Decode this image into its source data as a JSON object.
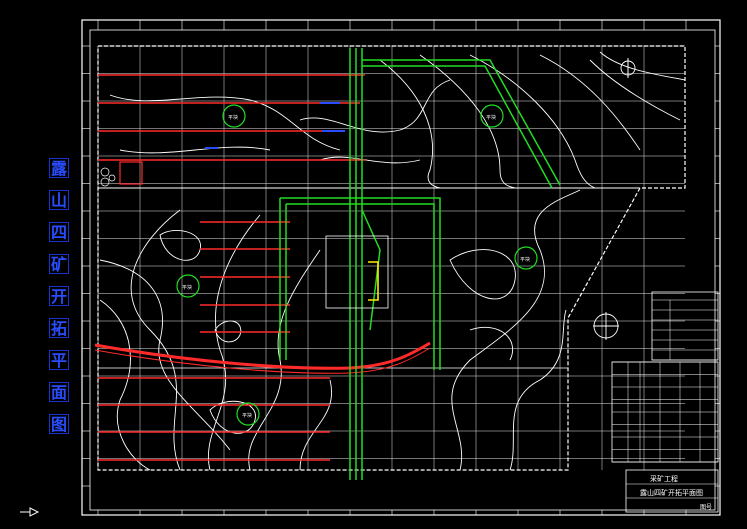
{
  "drawing": {
    "title_chars": [
      "露",
      "山",
      "四",
      "矿",
      "开",
      "拓",
      "平",
      "面",
      "图"
    ],
    "hatch_label": "采矿工程",
    "subtitle": "露山四矿开拓平面图",
    "stamp": "图号",
    "circle_label": "平块"
  },
  "colors": {
    "frame": "#ffffff",
    "contour": "#ffffff",
    "grid": "#e8e8e8",
    "red_line": "#ff2a2a",
    "road": "#22dd22",
    "blue": "#2a4cff",
    "yellow": "#ffee00"
  }
}
